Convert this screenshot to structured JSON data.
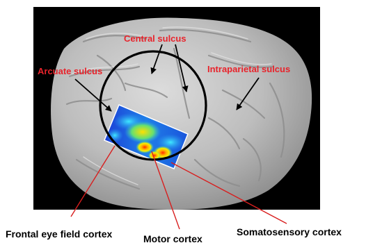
{
  "colors": {
    "photo_background": "#000000",
    "brain_surface": "#bdbdbd",
    "sulcus_label": "#e8232b",
    "bottom_label": "#000000",
    "pointer_red": "#d81e1e",
    "pointer_black": "#000000"
  },
  "labels": {
    "central_sulcus": "Central sulcus",
    "arcuate_sulcus": "Arcuate sulcus",
    "intraparietal_sulcus": "Intraparietal sulcus",
    "frontal_eye_field_cortex": "Frontal eye field cortex",
    "motor_cortex": "Motor cortex",
    "somatosensory_cortex": "Somatosensory cortex"
  }
}
